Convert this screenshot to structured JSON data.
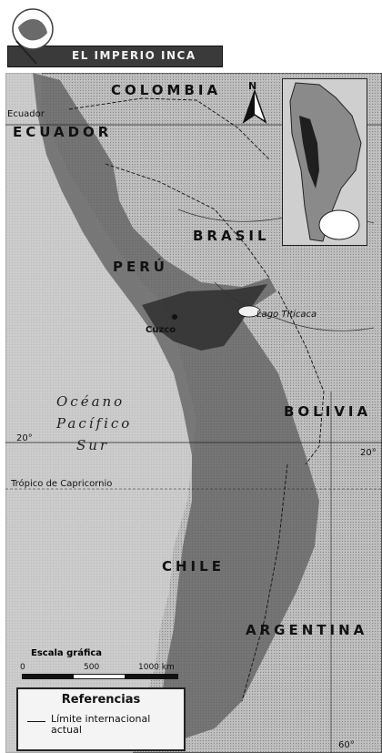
{
  "header": {
    "title": "EL IMPERIO INCA",
    "icon": "globe-icon"
  },
  "countries": {
    "colombia": "COLOMBIA",
    "ecuador": "ECUADOR",
    "brasil": "BRASIL",
    "peru": "PERÚ",
    "bolivia": "BOLIVIA",
    "chile": "CHILE",
    "argentina": "ARGENTINA"
  },
  "places": {
    "ecuador_line": "Ecuador",
    "cuzco": "Cuzco",
    "lago": "Lago Titicaca",
    "tropico": "Trópico de Capricornio"
  },
  "ocean": {
    "line1": "Océano",
    "line2": "Pacífico",
    "line3": "Sur"
  },
  "coords": {
    "lat20_left": "20°",
    "lat20_right": "20°",
    "lon60": "60°"
  },
  "north": {
    "letter": "N"
  },
  "scale": {
    "title": "Escala gráfica",
    "ticks": [
      "0",
      "500",
      "1000 km"
    ]
  },
  "legend": {
    "title": "Referencias",
    "line_label_1": "Límite internacional",
    "line_label_2": "actual"
  },
  "colors": {
    "empire": "#5c5c5c",
    "land": "#bdbdbd",
    "header": "#3a3a3a"
  }
}
